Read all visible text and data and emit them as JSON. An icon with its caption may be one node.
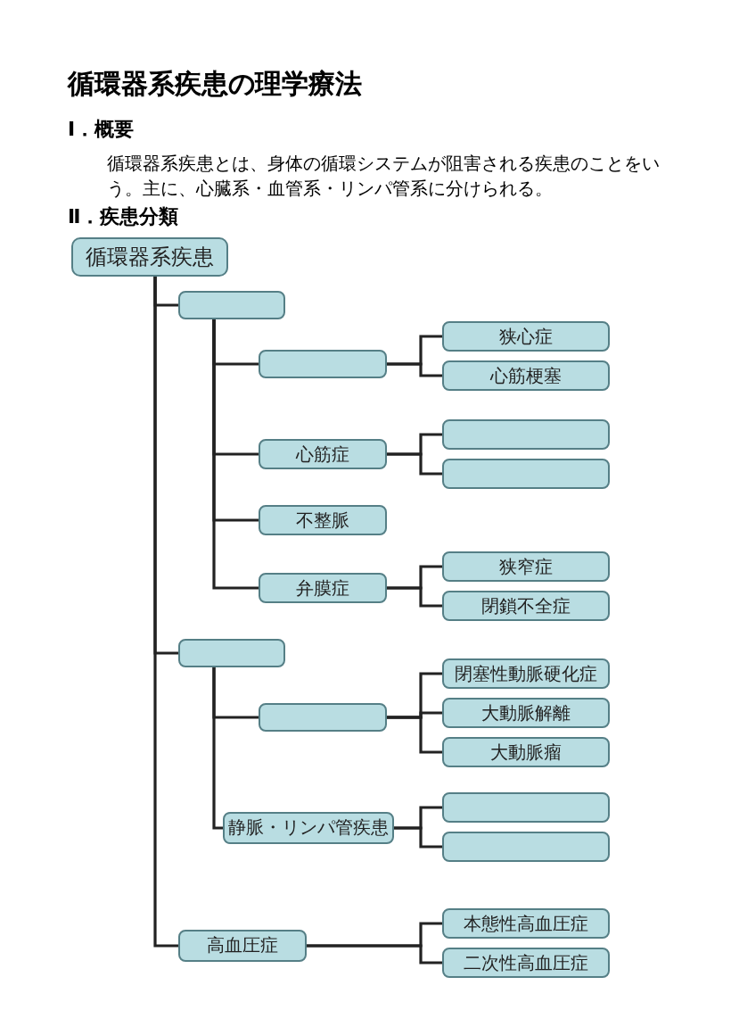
{
  "diagram": {
    "title": "循環器系疾患の理学療法",
    "nodes": [
      {
        "text": [
          "循環器系疾患"
        ]
      },
      {
        "text": [],
        "shape": "box"
      },
      {
        "text": [],
        "shape": "box"
      },
      {
        "text": [
          "狭心症"
        ]
      },
      {
        "text": [
          "心筋梗塞"
        ]
      },
      {
        "text": [
          "心筋症"
        ]
      },
      {
        "text": [],
        "shape": "box"
      },
      {
        "text": [],
        "shape": "box"
      },
      {
        "text": [
          "不整脈"
        ]
      },
      {
        "text": [
          "弁膜症"
        ]
      },
      {
        "text": [
          "狭窄症"
        ]
      },
      {
        "text": [
          "閉鎖不全症"
        ]
      },
      {
        "text": [],
        "shape": "box"
      },
      {
        "text": [],
        "shape": "box"
      },
      {
        "text": [
          "閉塞性動脈硬化症"
        ]
      },
      {
        "text": [
          "大動脈解離"
        ]
      },
      {
        "text": [
          "大動脈瘤"
        ]
      },
      {
        "text": [
          "静脈・リンパ管疾患"
        ]
      },
      {
        "text": [],
        "shape": "box"
      },
      {
        "text": [],
        "shape": "box"
      },
      {
        "text": [
          "高血圧症"
        ]
      },
      {
        "text": [
          "本態性高血圧症"
        ]
      },
      {
        "text": [
          "二次性高血圧症"
        ]
      }
    ],
    "edges": [
      {
        "from": 0,
        "to": 1,
        "arrow": "none"
      },
      {
        "from": 1,
        "to": 2,
        "arrow": "none"
      },
      {
        "from": 2,
        "to": 3,
        "arrow": "none"
      },
      {
        "from": 2,
        "to": 4,
        "arrow": "none"
      },
      {
        "from": 1,
        "to": 5,
        "arrow": "none"
      },
      {
        "from": 5,
        "to": 6,
        "arrow": "none"
      },
      {
        "from": 5,
        "to": 7,
        "arrow": "none"
      },
      {
        "from": 1,
        "to": 8,
        "arrow": "none"
      },
      {
        "from": 1,
        "to": 9,
        "arrow": "none"
      },
      {
        "from": 9,
        "to": 10,
        "arrow": "none"
      },
      {
        "from": 9,
        "to": 11,
        "arrow": "none"
      },
      {
        "from": 0,
        "to": 12,
        "arrow": "none"
      },
      {
        "from": 12,
        "to": 13,
        "arrow": "none"
      },
      {
        "from": 13,
        "to": 14,
        "arrow": "none"
      },
      {
        "from": 13,
        "to": 15,
        "arrow": "none"
      },
      {
        "from": 13,
        "to": 16,
        "arrow": "none"
      },
      {
        "from": 12,
        "to": 17,
        "arrow": "none"
      },
      {
        "from": 17,
        "to": 18,
        "arrow": "none"
      },
      {
        "from": 17,
        "to": 19,
        "arrow": "none"
      },
      {
        "from": 0,
        "to": 20,
        "arrow": "none"
      },
      {
        "from": 20,
        "to": 21,
        "arrow": "none"
      },
      {
        "from": 20,
        "to": 22,
        "arrow": "none"
      }
    ],
    "labels": [
      "Ⅰ．概要",
      "循環器系疾患とは、身体の循環システムが阻害される疾患のことをいう。主に、心臓系・血管系・リンパ管系に分けられる。",
      "Ⅱ．疾患分類"
    ]
  }
}
